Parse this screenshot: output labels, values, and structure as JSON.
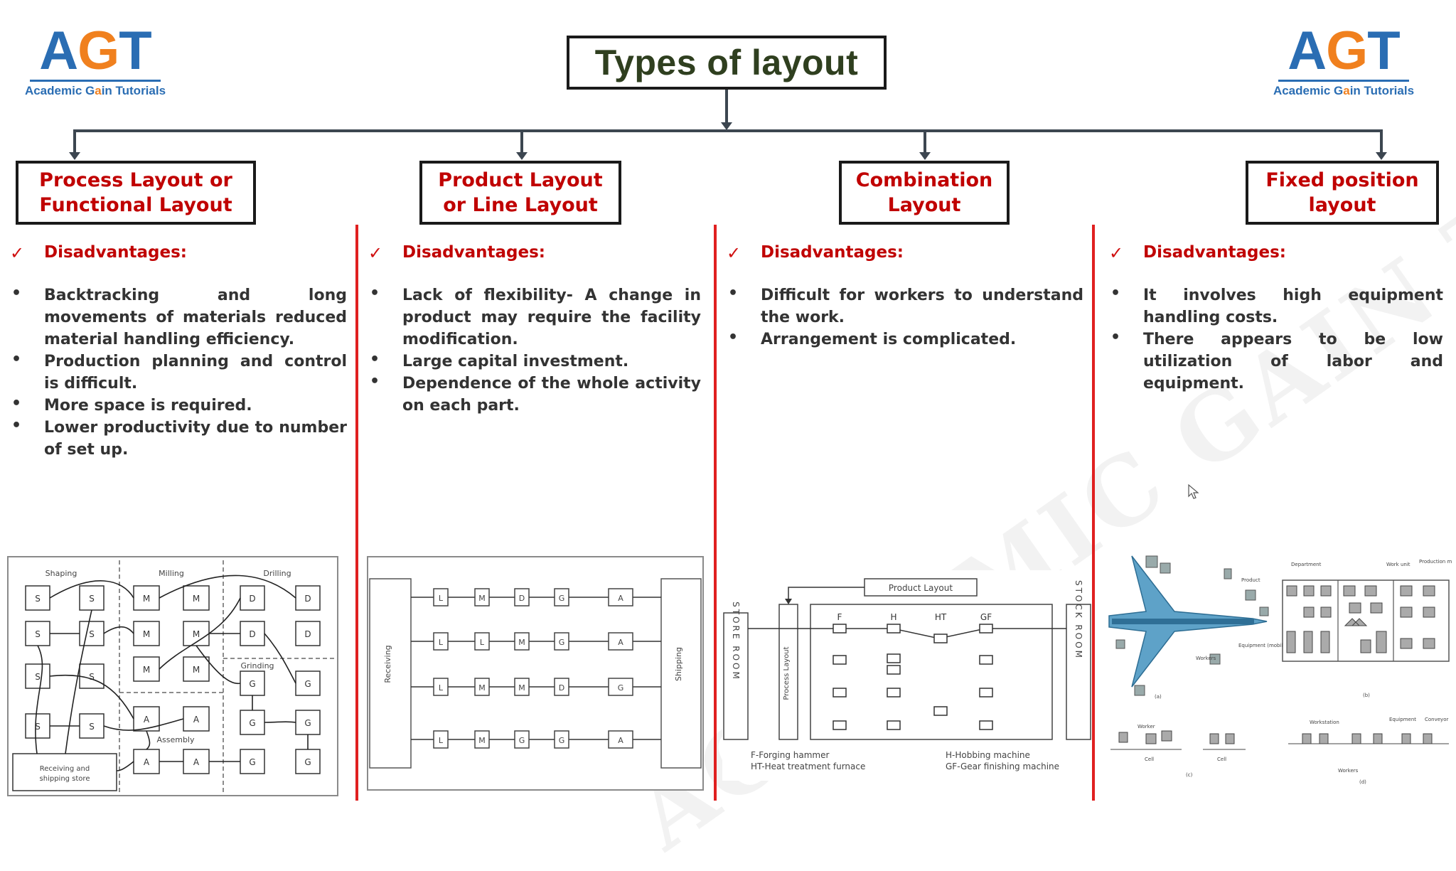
{
  "logo": {
    "mark_a": "A",
    "mark_g": "G",
    "mark_t": "T",
    "sub_pre": "Academic G",
    "sub_o": "a",
    "sub_post": "in Tutorials"
  },
  "title": "Types of layout",
  "watermark": "ACADEMIC GAIN TUTORIALS",
  "categories": [
    {
      "title": "Process Layout or\nFunctional Layout"
    },
    {
      "title": "Product Layout\nor Line Layout"
    },
    {
      "title": "Combination\nLayout"
    },
    {
      "title": "Fixed position\nlayout"
    }
  ],
  "columns": [
    {
      "heading": "Disadvantages:",
      "bullets": [
        "Backtracking and long movements of materials reduced material handling efficiency.",
        "Production planning and control is difficult.",
        "More space is required.",
        "Lower productivity due to number of set up."
      ]
    },
    {
      "heading": "Disadvantages:",
      "bullets": [
        "Lack of flexibility- A change in product may require the facility modification.",
        "Large capital investment.",
        "Dependence of the whole activity on each part."
      ]
    },
    {
      "heading": "Disadvantages:",
      "bullets": [
        "Difficult for workers to understand the work.",
        "Arrangement is complicated."
      ]
    },
    {
      "heading": "Disadvantages:",
      "bullets": [
        "It involves high equipment handling costs.",
        "There appears to be low utilization of labor and equipment."
      ]
    }
  ],
  "process_diagram": {
    "sections": [
      "Shaping",
      "Milling",
      "Drilling",
      "Grinding",
      "Assembly"
    ],
    "receiving": [
      "Receiving and",
      "shipping store"
    ]
  },
  "product_diagram": {
    "receiving": "Receiving",
    "shipping": "Shipping",
    "lines": [
      [
        "L",
        "M",
        "D",
        "G",
        "A"
      ],
      [
        "L",
        "L",
        "M",
        "G",
        "A"
      ],
      [
        "L",
        "M",
        "M",
        "D",
        "G"
      ],
      [
        "L",
        "M",
        "G",
        "G",
        "A"
      ]
    ]
  },
  "combination_diagram": {
    "product_layout": "Product Layout",
    "process_layout": "Process Layout",
    "store_room": "STORE ROOM",
    "stock_room": "STOCK ROOM",
    "machines": [
      "F",
      "H",
      "HT",
      "GF"
    ],
    "legend": [
      "F-Forging hammer",
      "HT-Heat treatment furnace",
      "H-Hobbing machine",
      "GF-Gear finishing machine"
    ]
  },
  "fixed_diagram": {
    "labels": [
      "Product",
      "Equipment (mobile)",
      "Workers",
      "Department",
      "Work unit",
      "Production machine",
      "Worker",
      "Cell",
      "Cell",
      "Workstation",
      "Equipment",
      "Conveyor",
      "Workers"
    ],
    "panel_marks": [
      "(a)",
      "(b)",
      "(c)",
      "(d)"
    ]
  },
  "colors": {
    "red": "#c00000",
    "divider": "#e02020",
    "blue": "#2a6db3",
    "orange": "#f0801e"
  }
}
